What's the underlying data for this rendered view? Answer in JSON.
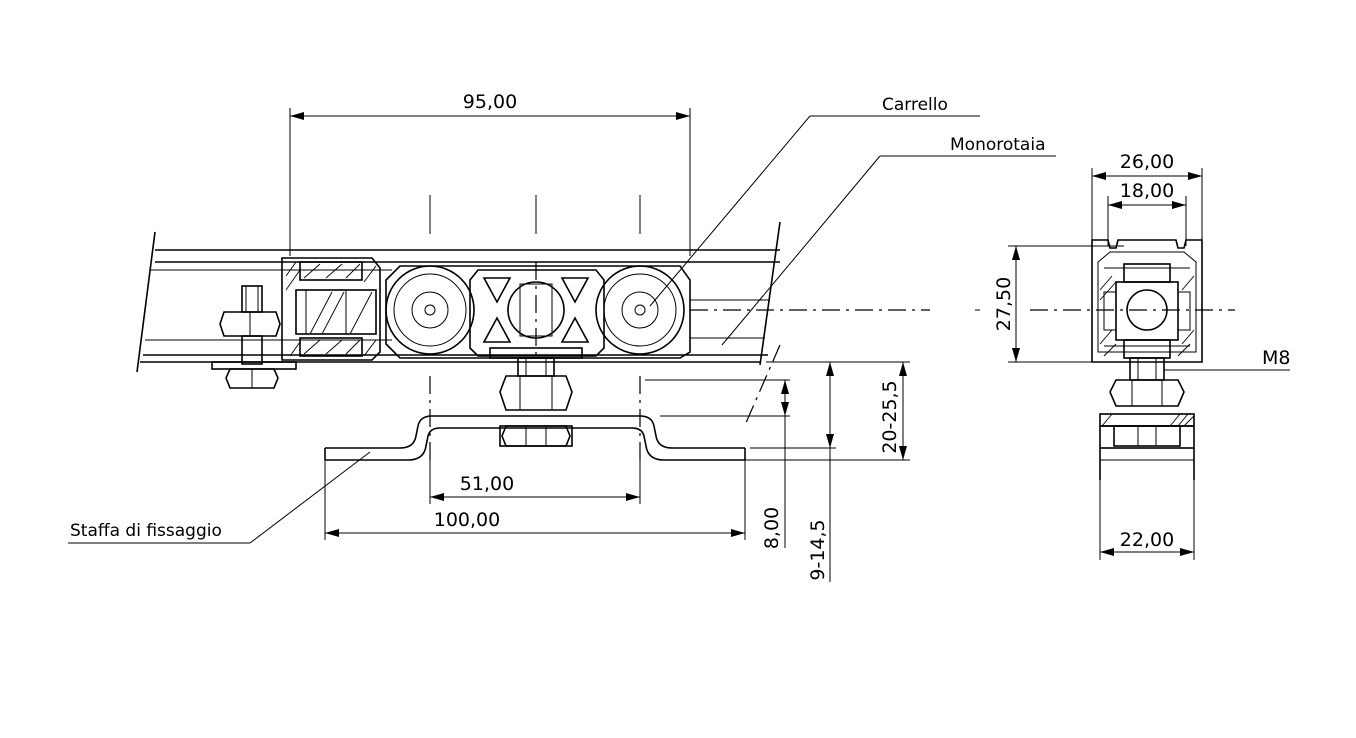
{
  "dimensions": {
    "d95": "95,00",
    "d26": "26,00",
    "d18": "18,00",
    "d2750": "27,50",
    "d51": "51,00",
    "d100": "100,00",
    "d8": "8,00",
    "d9145": "9-14,5",
    "d20255": "20-25,5",
    "d22": "22,00",
    "m8": "M8"
  },
  "labels": {
    "carrello": "Carrello",
    "monorotaia": "Monorotaia",
    "staffa": "Staffa di fissaggio"
  }
}
